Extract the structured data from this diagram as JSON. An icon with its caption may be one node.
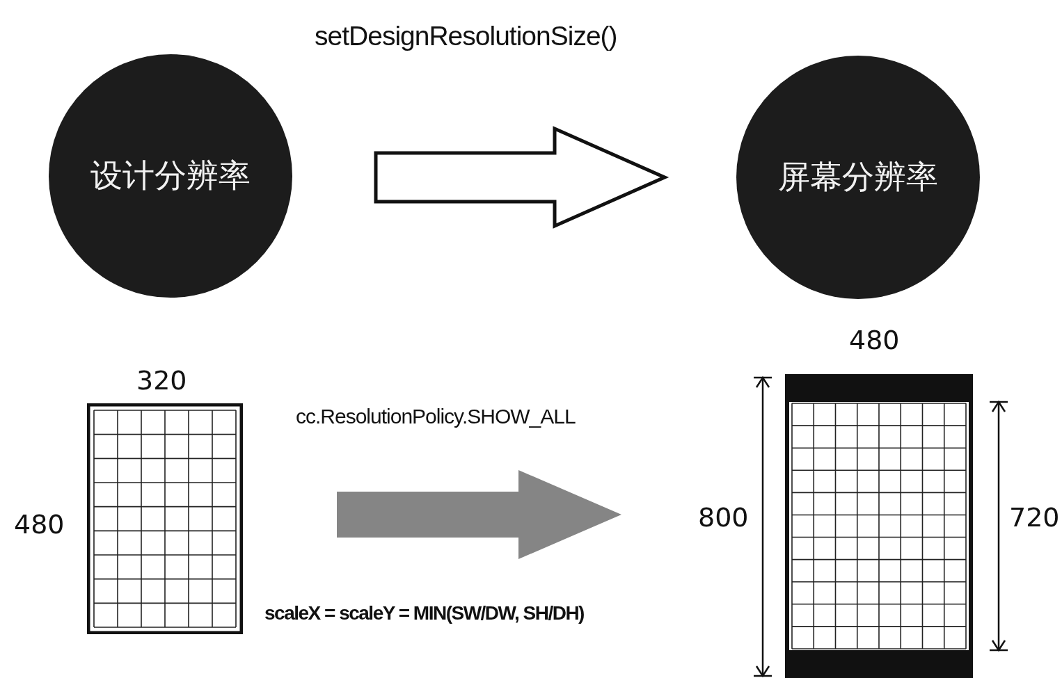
{
  "diagram": {
    "title": "setDesignResolutionSize()",
    "nodes": [
      {
        "text": [
          "设计分辨率"
        ]
      },
      {
        "text": [
          "屏幕分辨率"
        ]
      },
      {
        "text": [],
        "shape": "box"
      },
      {
        "text": [],
        "shape": "box"
      }
    ],
    "edges": [
      {
        "from": 0,
        "to": 1,
        "arrow": "to"
      },
      {
        "from": 2,
        "to": 3,
        "arrow": "to",
        "color": "#858585"
      }
    ],
    "labels": [
      "480",
      "320",
      "cc.ResolutionPolicy.SHOW_ALL",
      "480",
      "800",
      "720",
      "scaleX = scaleY = MIN(SW/DW, SH/DH)"
    ]
  }
}
